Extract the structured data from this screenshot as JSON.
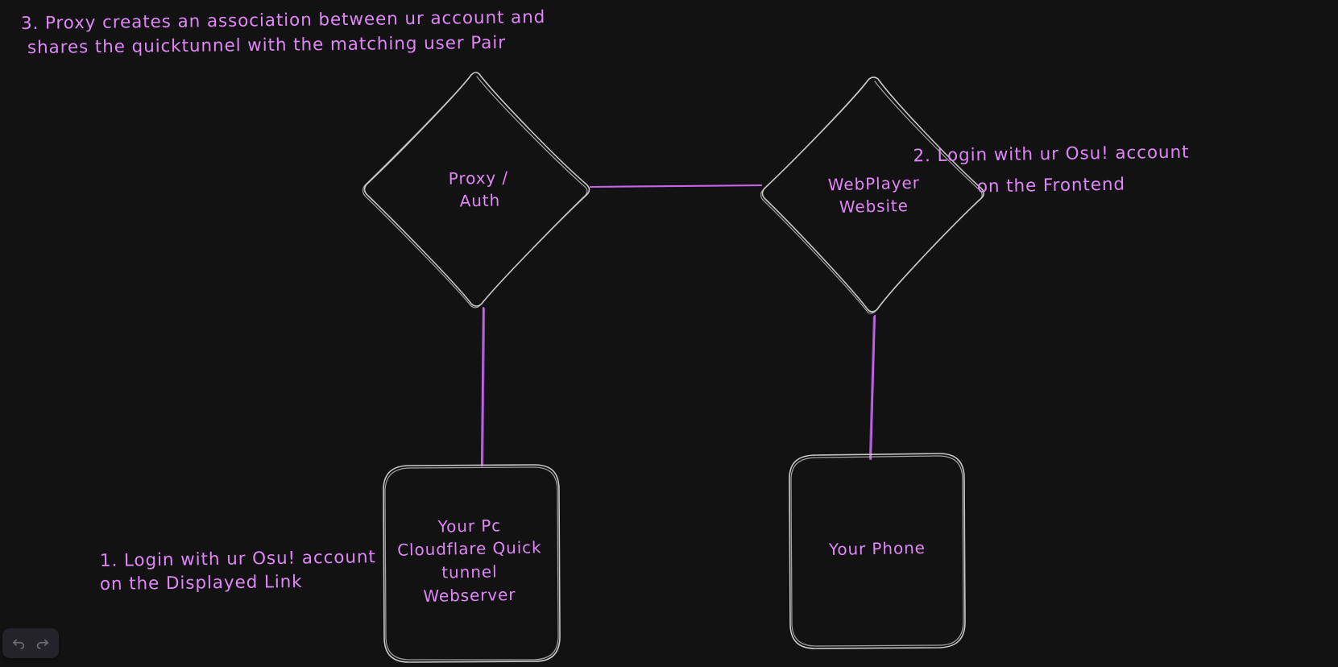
{
  "canvas": {
    "background_color": "#121212",
    "stroke_color": "#c9c9c9",
    "accent_color": "#c764ed",
    "text_color": "#df86f7"
  },
  "notes": [
    {
      "id": "note-3",
      "lines": [
        "3. Proxy creates an association between ur account and",
        "shares the quicktunnel with the matching user Pair"
      ]
    },
    {
      "id": "note-2",
      "lines": [
        "2. Login with ur Osu! account",
        "on the Frontend"
      ]
    },
    {
      "id": "note-1",
      "lines": [
        "1. Login with ur Osu! account",
        "on the Displayed Link"
      ]
    }
  ],
  "nodes": [
    {
      "id": "proxy-auth",
      "shape": "diamond",
      "lines": [
        "Proxy /",
        "Auth"
      ]
    },
    {
      "id": "webplayer-website",
      "shape": "diamond",
      "lines": [
        "WebPlayer",
        "Website"
      ]
    },
    {
      "id": "your-pc",
      "shape": "rounded-rect",
      "lines": [
        "Your Pc",
        "Cloudflare Quick",
        "tunnel",
        "Webserver"
      ]
    },
    {
      "id": "your-phone",
      "shape": "rounded-rect",
      "lines": [
        "Your Phone"
      ]
    }
  ],
  "connectors": [
    {
      "id": "proxy-to-webplayer",
      "from": "proxy-auth",
      "to": "webplayer-website",
      "orientation": "horizontal"
    },
    {
      "id": "proxy-to-your-pc",
      "from": "proxy-auth",
      "to": "your-pc",
      "orientation": "vertical"
    },
    {
      "id": "webplayer-to-your-phone",
      "from": "webplayer-website",
      "to": "your-phone",
      "orientation": "vertical"
    }
  ],
  "toolbar": {
    "undo_label": "Undo",
    "redo_label": "Redo",
    "undo_icon": "undo-arrow-icon",
    "redo_icon": "redo-arrow-icon"
  }
}
